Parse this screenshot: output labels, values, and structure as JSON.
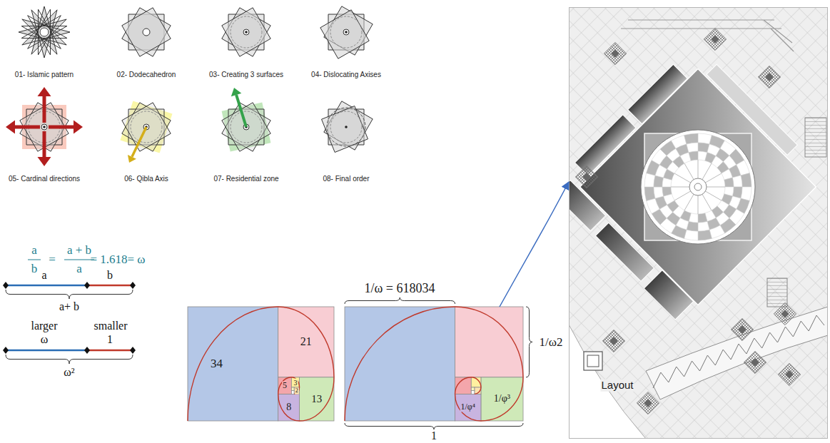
{
  "diagram": {
    "nodes": [
      {
        "text": [
          "34"
        ]
      },
      {
        "text": [
          "21"
        ]
      },
      {
        "text": [
          "5"
        ]
      },
      {
        "text": [
          "3"
        ]
      },
      {
        "text": [
          "2"
        ]
      },
      {
        "text": [
          "8"
        ]
      },
      {
        "text": [
          "13"
        ]
      },
      {
        "text": [
          "1/ω = 618034",
          "1/ω2",
          "1"
        ]
      },
      {
        "text": [
          "1/φ⁴"
        ],
        "in": 7
      },
      {
        "text": [
          "1/φ³"
        ],
        "in": 7
      },
      {
        "text": [
          "Layout"
        ]
      }
    ],
    "edges": [
      {
        "from": 7,
        "to": 10,
        "arrow": "to"
      }
    ],
    "labels": [
      "01- Islamic pattern",
      "02- Dodecahedron",
      "03- Creating 3 surfaces",
      "04- Dislocating Axises",
      "05- Cardinal directions",
      "06- Qibla Axis",
      "07- Residential zone",
      "08- Final order",
      "a",
      "b",
      "=",
      "a + b",
      "a",
      "= 1.618= ω",
      "a",
      "b",
      "a+ b",
      "larger",
      "smaller",
      "ω",
      "1",
      "ω²"
    ]
  }
}
